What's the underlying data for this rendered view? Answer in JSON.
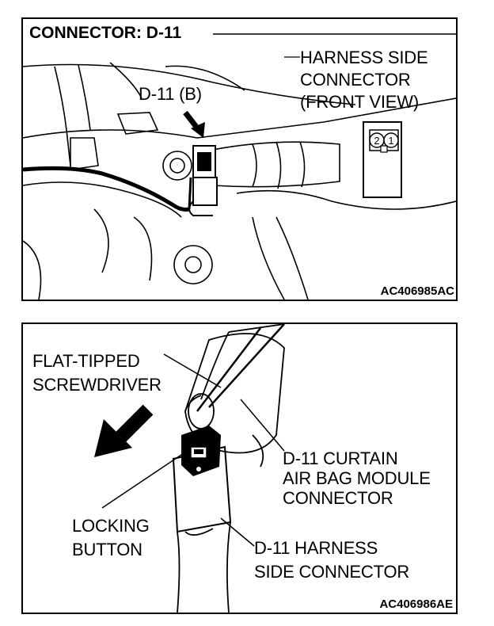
{
  "top_panel": {
    "title": "CONNECTOR: D-11",
    "connector_label": "D-11 (B)",
    "harness_label_line1": "HARNESS SIDE",
    "harness_label_line2": "CONNECTOR",
    "harness_label_line3": "(FRONT VIEW)",
    "pin_2": "2",
    "pin_1": "1",
    "figure_code": "AC406985AC"
  },
  "bottom_panel": {
    "screwdriver_line1": "FLAT-TIPPED",
    "screwdriver_line2": "SCREWDRIVER",
    "module_line1": "D-11 CURTAIN",
    "module_line2": "AIR BAG MODULE",
    "module_line3": "CONNECTOR",
    "locking_line1": "LOCKING",
    "locking_line2": "BUTTON",
    "harness_line1": "D-11 HARNESS",
    "harness_line2": "SIDE CONNECTOR",
    "figure_code": "AC406986AE"
  }
}
